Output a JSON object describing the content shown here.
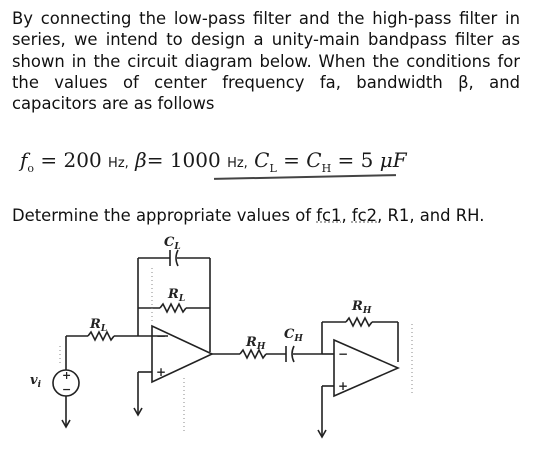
{
  "problem": {
    "paragraph": "By connecting the low-pass filter and the high-pass filter in series, we intend to design a unity-main bandpass filter as shown in the circuit diagram below. When the conditions for the values of center frequency fa, bandwidth β, and capacitors are as follows"
  },
  "spec": {
    "fo_symbol": "f",
    "fo_sub": "o",
    "fo_eq": "= 200",
    "unit_hz_1": "Hz,",
    "beta_symbol": "β",
    "beta_eq": "= 1000",
    "unit_hz_2": "Hz,",
    "c_symbol_l": "C",
    "cl_sub": "L",
    "eq_mid": "=",
    "c_symbol_h": "C",
    "ch_sub": "H",
    "c_eq": "= 5",
    "cap_unit": "μF"
  },
  "question": {
    "prefix": "Determine the appropriate values of ",
    "fc1": "fc1",
    "sep1": ", ",
    "fc2": "fc2",
    "rest": ", R1, and RH."
  },
  "circuit_labels": {
    "cl": "C",
    "cl_sub": "L",
    "rl_feedback": "R",
    "rl_feedback_sub": "L",
    "rl_input": "R",
    "rl_input_sub": "L",
    "rh_input": "R",
    "rh_input_sub": "H",
    "ch": "C",
    "ch_sub": "H",
    "rh_feedback": "R",
    "rh_feedback_sub": "H",
    "vi": "v",
    "vi_sub": "i",
    "minus1": "−",
    "plus1": "+",
    "minus2": "−",
    "plus2": "+",
    "src_plus": "+",
    "src_minus": "−"
  },
  "colors": {
    "ink": "#111111",
    "wire": "#222222",
    "dotted": "#888888"
  }
}
